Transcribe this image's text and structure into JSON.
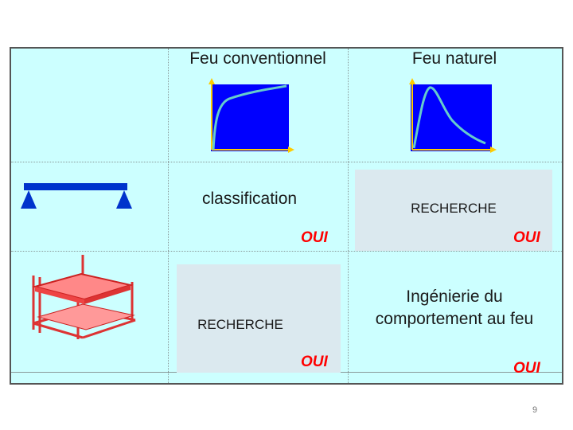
{
  "headers": {
    "conventional": "Feu conventionnel",
    "natural": "Feu naturel"
  },
  "cells": {
    "classification": "classification",
    "engineering_line1": "Ingénierie du",
    "engineering_line2": "comportement au feu",
    "research_label": "RECHERCHE",
    "yes_label": "OUI"
  },
  "icons": {
    "beam": "simply-supported-beam-icon",
    "frame": "steel-frame-structure-icon"
  },
  "colors": {
    "panel_bg": "#ccffff",
    "grid_blue": "#0000ff",
    "curve": "#66cccc",
    "axis_tip": "#ffcc00",
    "yes_red": "#ff0000",
    "research_bg": "#dbe9ef",
    "beam_blue": "#0033cc",
    "frame_red": "#ee4444"
  },
  "page_number": "9"
}
